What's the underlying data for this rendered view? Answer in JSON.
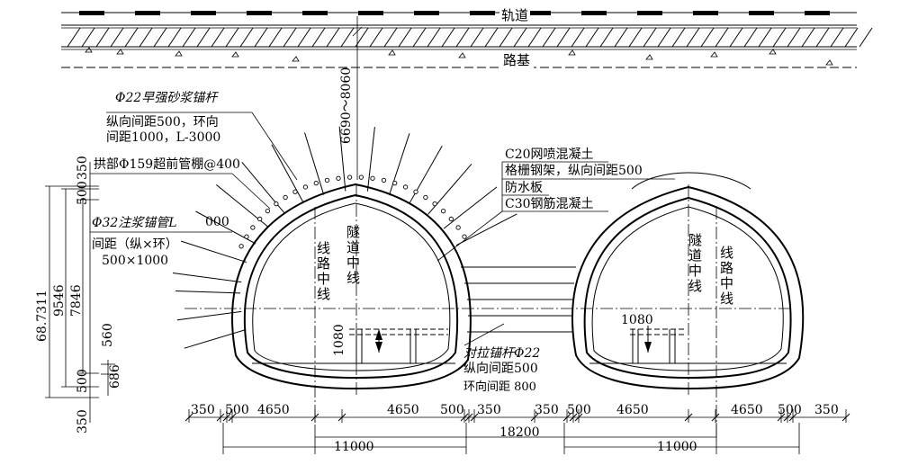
{
  "track": {
    "label": "轨道"
  },
  "subgrade": {
    "label": "路基"
  },
  "vertical_distance": "6690～8060",
  "annotations": {
    "bolt_line1": "Φ22早强砂浆锚杆",
    "bolt_line2": "纵向间距500，环向",
    "bolt_line3": "间距1000，L-3000",
    "pipe_roof": "拱部Φ159超前管棚@400",
    "grout_line1": "Φ32注浆锚管L",
    "grout_code": "000",
    "grout_line2": "间距（纵×环）",
    "grout_line3": "500×1000",
    "lining1": "C20网喷混凝土",
    "lining2": "格栅钢架，纵向间距500",
    "lining3": "防水板",
    "lining4": "C30钢筋混凝土",
    "tie_line1": "对拉锚杆Φ22",
    "tie_line2": "纵向间距500",
    "tie_line3": "环向间距 800"
  },
  "centerlines": {
    "left_route": "线路中线",
    "left_tunnel": "隧道中线",
    "right_tunnel": "隧道中线",
    "right_route": "线路中线"
  },
  "dims_left": {
    "total": "68.7311",
    "d9546": "9546",
    "d7846": "7846",
    "top350": "350",
    "top500": "500",
    "bot500": "500",
    "bot350": "350",
    "d560": "560",
    "d686": "686"
  },
  "inner_dims": {
    "left1080": "1080",
    "right1080": "1080"
  },
  "bottom_dims": {
    "row1": [
      "350",
      "500",
      "4650",
      "4650",
      "500",
      "350",
      "350",
      "500",
      "4650",
      "4650",
      "500",
      "350"
    ],
    "left_span": "11000",
    "middle_span": "18200",
    "right_span": "11000"
  }
}
